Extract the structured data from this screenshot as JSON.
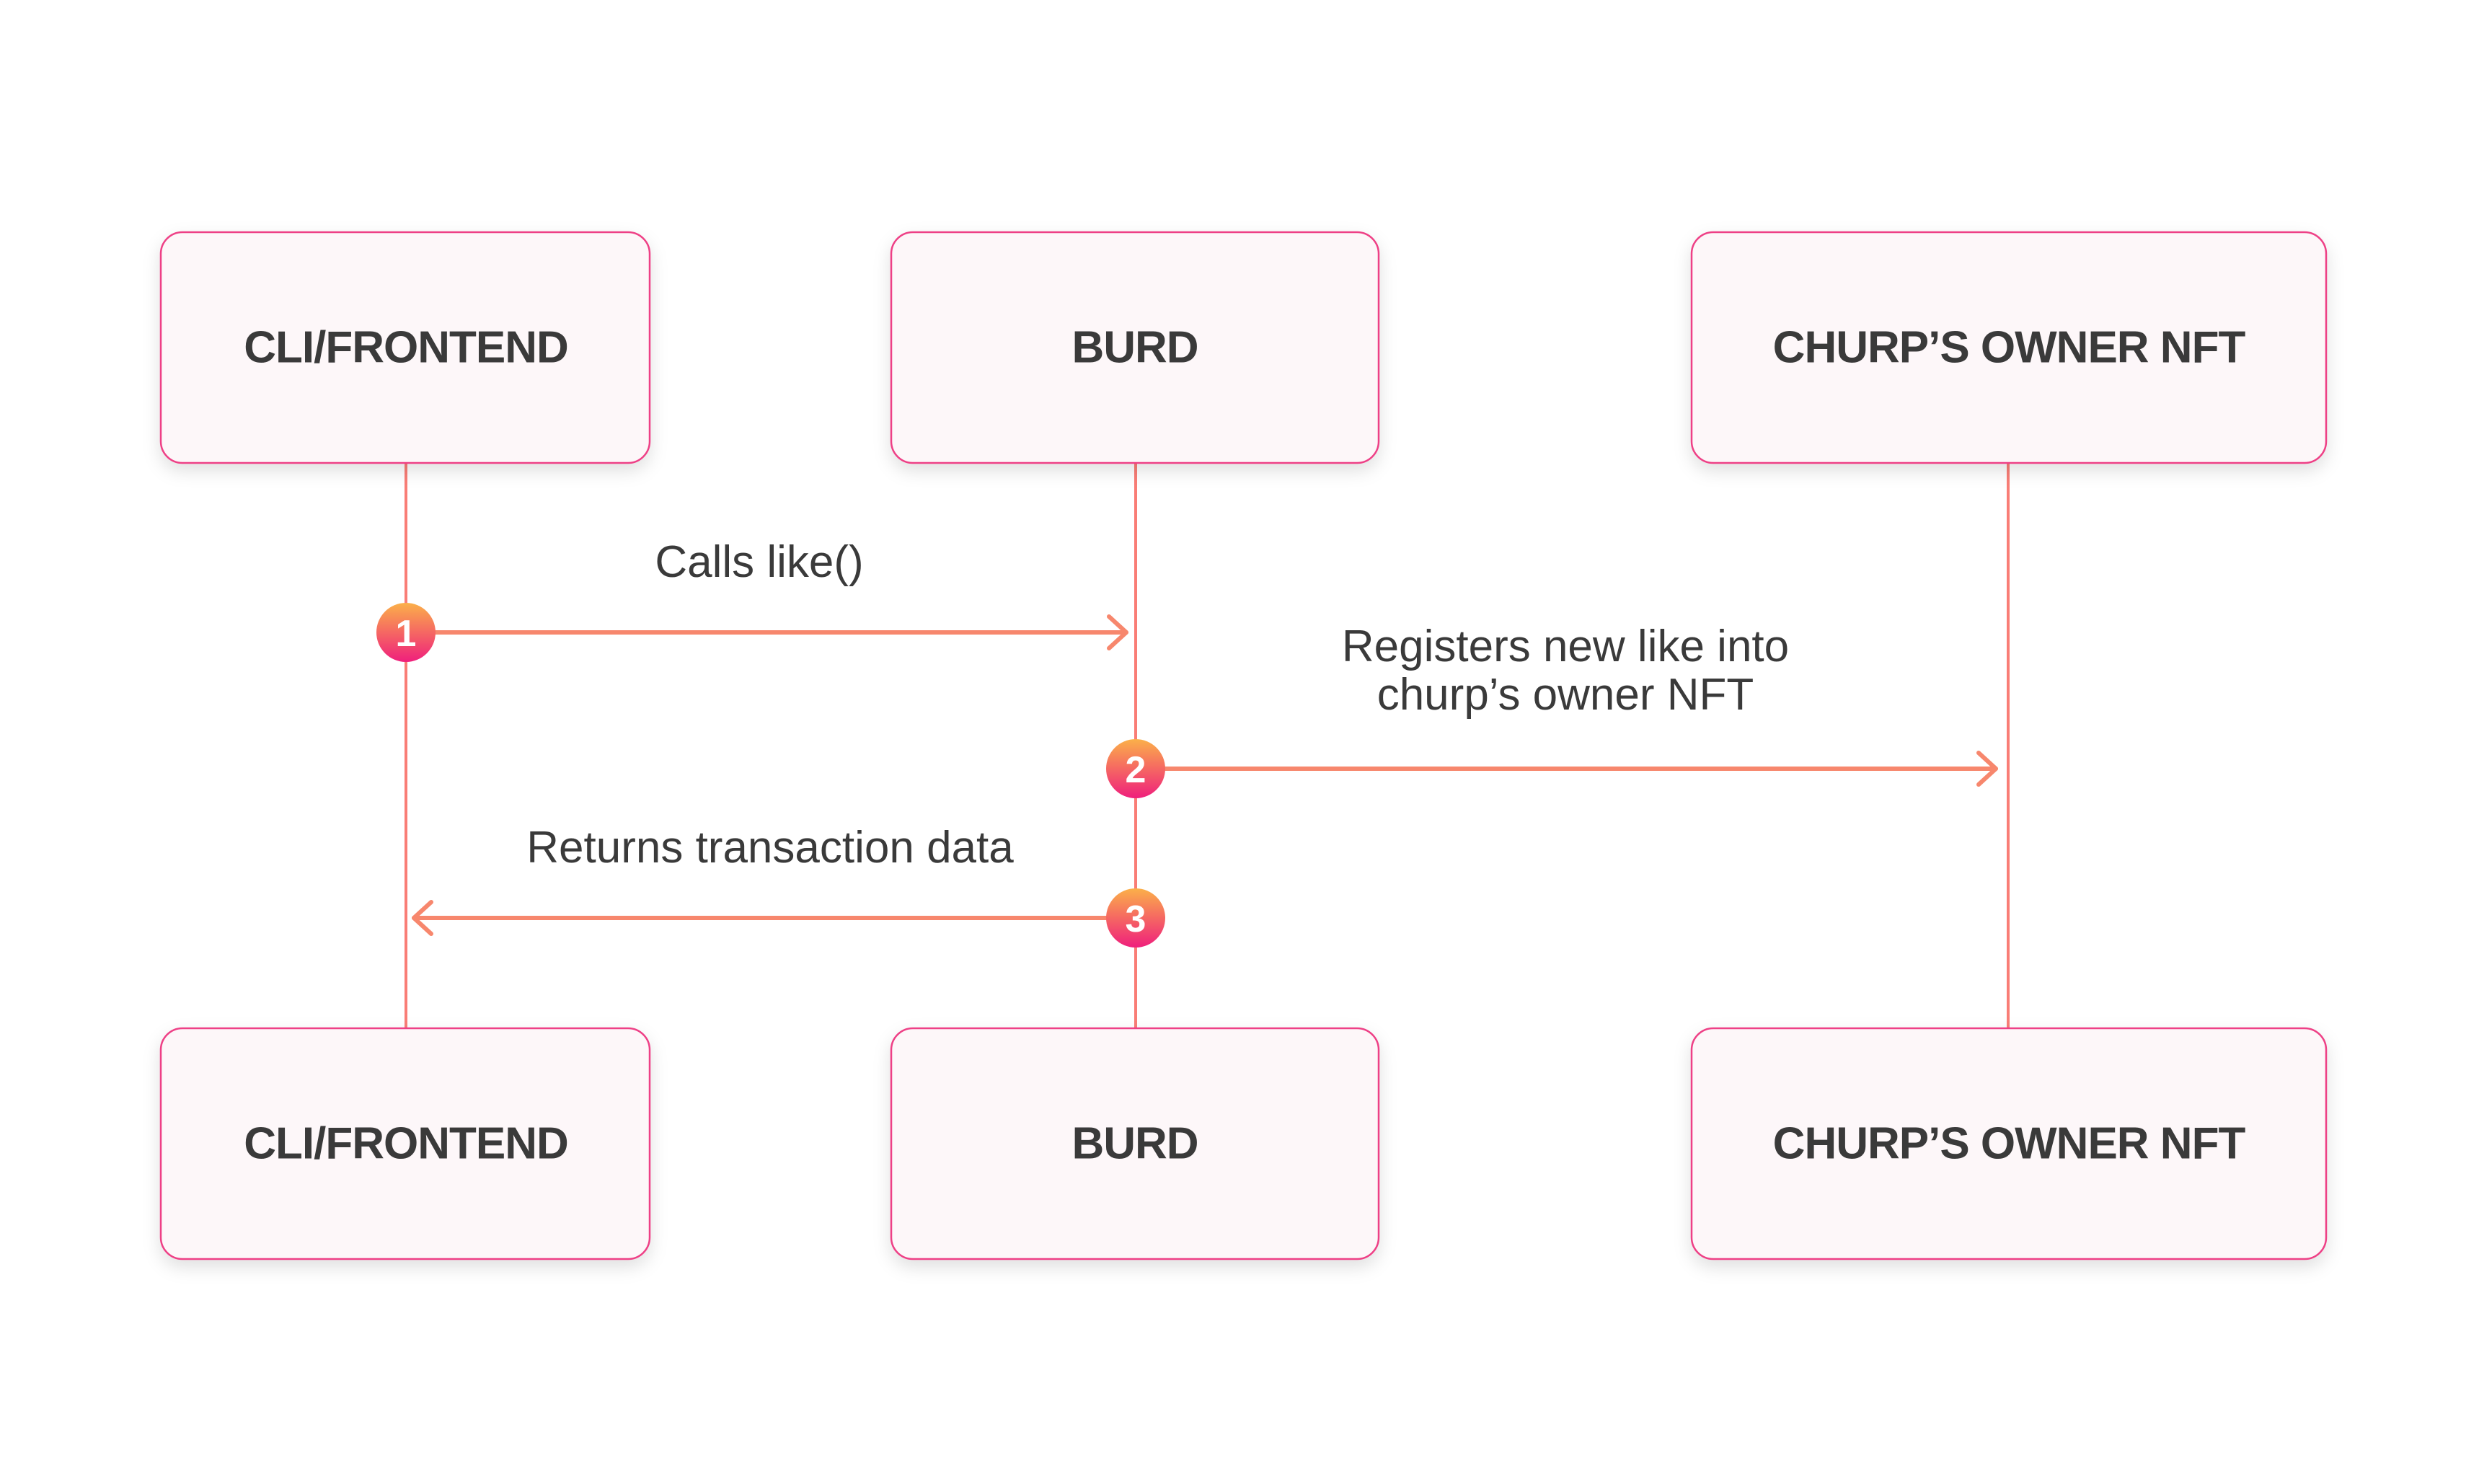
{
  "participants_top": [
    {
      "label": "CLI/FRONTEND"
    },
    {
      "label": "BURD"
    },
    {
      "label": "CHURP’S OWNER NFT"
    }
  ],
  "participants_bottom": [
    {
      "label": "CLI/FRONTEND"
    },
    {
      "label": "BURD"
    },
    {
      "label": "CHURP’S OWNER NFT"
    }
  ],
  "messages": [
    {
      "step": "1",
      "label_lines": [
        "Calls like()"
      ],
      "from": "CLI/FRONTEND",
      "to": "BURD"
    },
    {
      "step": "2",
      "label_lines": [
        "Registers new like into",
        "churp’s owner NFT"
      ],
      "from": "BURD",
      "to": "CHURP’S OWNER NFT"
    },
    {
      "step": "3",
      "label_lines": [
        "Returns transaction data"
      ],
      "from": "BURD",
      "to": "CLI/FRONTEND"
    }
  ],
  "colors": {
    "line": "#f7876d",
    "box_border": "#ee3f86",
    "box_fill": "#fdf7f9",
    "badge_gradient_start": "#fba94a",
    "badge_gradient_end": "#f0257a",
    "text": "#3a3a3a"
  }
}
